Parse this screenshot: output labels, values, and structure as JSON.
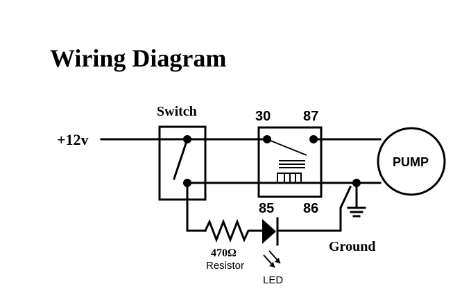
{
  "title": "Wiring Diagram",
  "labels": {
    "supply": "+12v",
    "switch": "Switch",
    "pin_30": "30",
    "pin_87": "87",
    "pin_85": "85",
    "pin_86": "86",
    "pump": "PUMP",
    "resistor_value": "470Ω",
    "resistor": "Resistor",
    "led": "LED",
    "ground": "Ground"
  },
  "components": {
    "switch_icon": "spst-switch-icon",
    "relay_icon": "relay-coil-icon",
    "pump_icon": "pump-motor-icon",
    "resistor_icon": "resistor-icon",
    "led_icon": "led-diode-icon",
    "ground_icon": "ground-symbol-icon"
  },
  "colors": {
    "line": "#000000",
    "background": "#ffffff"
  }
}
